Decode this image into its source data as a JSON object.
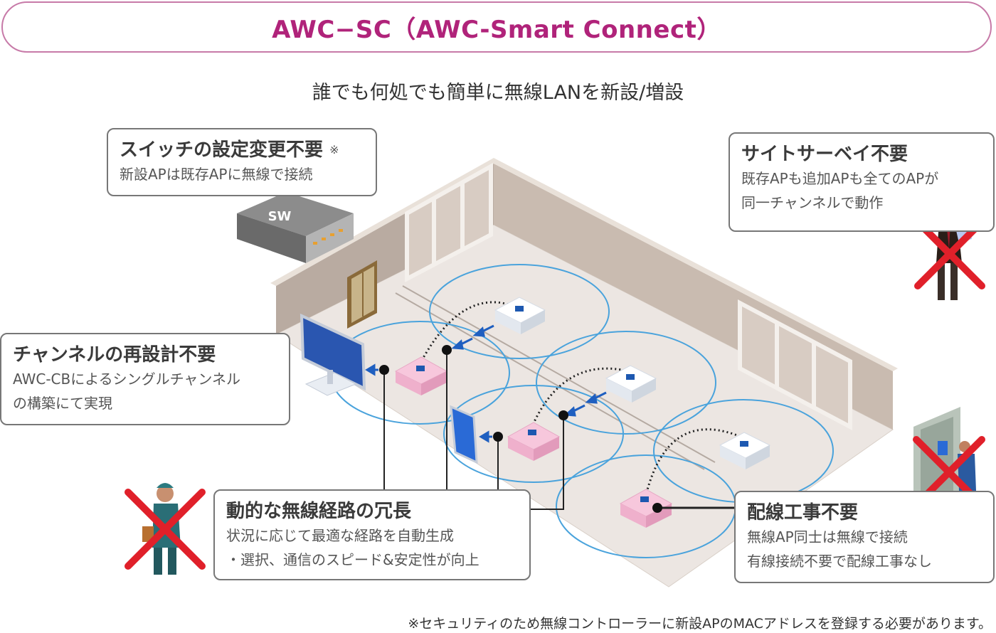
{
  "title": "AWC−SC（AWC-Smart Connect）",
  "subtitle": "誰でも何処でも簡単に無線LANを新設/増設",
  "callouts": {
    "switch": {
      "heading": "スイッチの設定変更不要",
      "mark": "※",
      "lines": [
        "新設APは既存APに無線で接続"
      ]
    },
    "survey": {
      "heading": "サイトサーベイ不要",
      "lines": [
        "既存APも追加APも全てのAPが",
        "同一チャンネルで動作"
      ]
    },
    "channel": {
      "heading": "チャンネルの再設計不要",
      "lines": [
        "AWC-CBによるシングルチャンネル",
        "の構築にて実現"
      ]
    },
    "route": {
      "heading": "動的な無線経路の冗長",
      "lines": [
        "状況に応じて最適な経路を自動生成",
        "・選択、通信のスピード&安定性が向上"
      ]
    },
    "wiring": {
      "heading": "配線工事不要",
      "lines": [
        "無線AP同士は無線で接続",
        "有線接続不要で配線工事なし"
      ]
    }
  },
  "switch_label": "SW",
  "footnote": "※セキュリティのため無線コントローラーに新設APのMACアドレスを登録する必要があります。",
  "colors": {
    "accent": "#b0237a",
    "pill_border": "#c77aa8",
    "coverage_ring": "#4aa3dc",
    "existing_ap": "#ffffff",
    "new_ap": "#f5b8d4",
    "cross": "#e0202a",
    "arrow": "#1f5fc0"
  },
  "icons": [
    "switch-icon",
    "existing-ap-icon",
    "new-ap-icon",
    "monitor-icon",
    "tablet-icon",
    "door-icon",
    "cross-mark-icon",
    "worker-icon",
    "surveyor-icon",
    "electrician-icon"
  ]
}
